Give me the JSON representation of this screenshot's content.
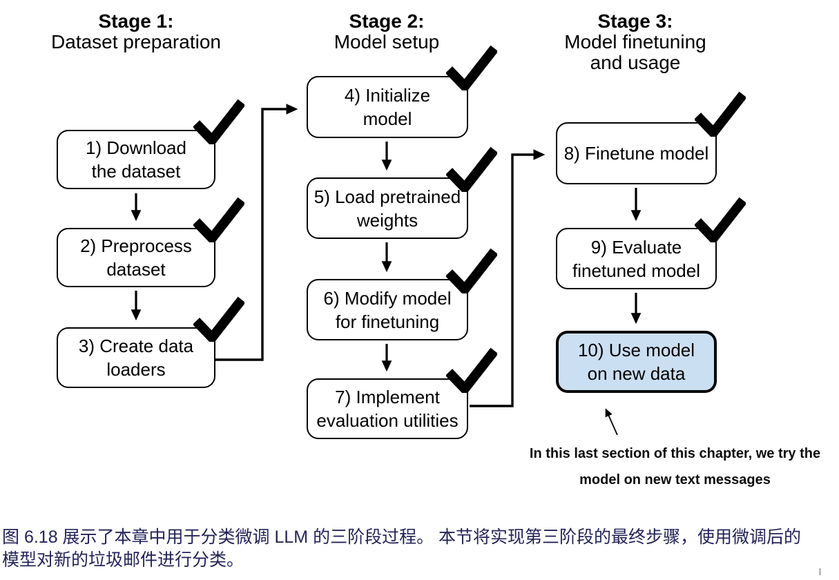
{
  "figure": {
    "stages": [
      {
        "title": "Stage 1:",
        "subtitle": "Dataset preparation",
        "boxes": [
          {
            "label": "1) Download\nthe dataset",
            "checked": true
          },
          {
            "label": "2) Preprocess\ndataset",
            "checked": true
          },
          {
            "label": "3) Create data\nloaders",
            "checked": true
          }
        ]
      },
      {
        "title": "Stage 2:",
        "subtitle": "Model setup",
        "boxes": [
          {
            "label": "4) Initialize\nmodel",
            "checked": true
          },
          {
            "label": "5) Load pretrained\nweights",
            "checked": true
          },
          {
            "label": "6) Modify model\nfor finetuning",
            "checked": true
          },
          {
            "label": "7) Implement\nevaluation utilities",
            "checked": true
          }
        ]
      },
      {
        "title": "Stage 3:",
        "subtitle": "Model finetuning\nand usage",
        "boxes": [
          {
            "label": "8) Finetune model",
            "checked": true
          },
          {
            "label": "9) Evaluate\nfinetuned model",
            "checked": true
          },
          {
            "label": "10) Use model\non new data",
            "checked": false,
            "highlighted": true
          }
        ]
      }
    ],
    "highlight_color": "#cbdff2",
    "line_color": "#000000",
    "annotation": "In this last section of this chapter, we try the\nmodel on new text messages"
  },
  "caption": {
    "label": "图 6.18 展示了本章中用于分类微调 LLM 的三阶段过程。 本节将实现第三阶段的最终步骤，使用微调后的\n模型对新的垃圾邮件进行分类。",
    "color": "#23235a"
  }
}
